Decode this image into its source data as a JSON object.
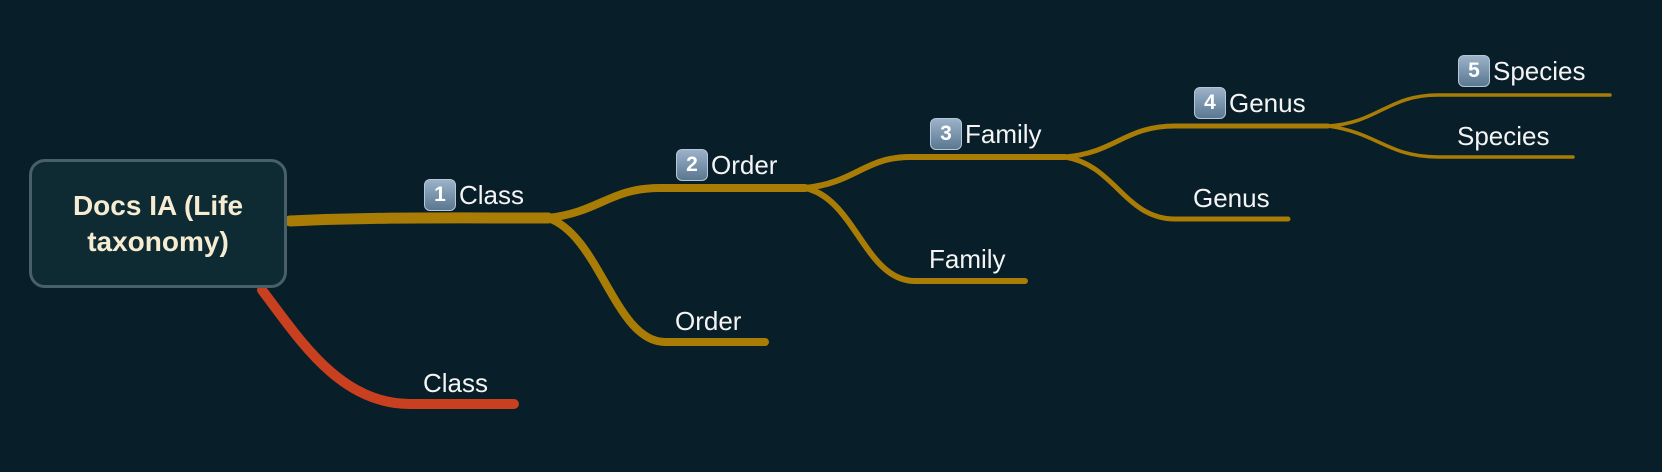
{
  "colors": {
    "background": "#081e28",
    "gold_branch": "#a97c06",
    "red_branch": "#c8401f",
    "root_fill": "#0e2a33",
    "root_border": "#48606a",
    "root_text": "#f6ecd2",
    "node_text": "#f4f4f4"
  },
  "root": {
    "label": "Docs IA (Life taxonomy)"
  },
  "nodes": {
    "class_1": {
      "badge": "1",
      "label": "Class"
    },
    "order_2": {
      "badge": "2",
      "label": "Order"
    },
    "order_plain": {
      "label": "Order"
    },
    "family_3": {
      "badge": "3",
      "label": "Family"
    },
    "family_plain": {
      "label": "Family"
    },
    "genus_4": {
      "badge": "4",
      "label": "Genus"
    },
    "genus_plain": {
      "label": "Genus"
    },
    "species_5": {
      "badge": "5",
      "label": "Species"
    },
    "species_plain": {
      "label": "Species"
    },
    "class_plain": {
      "label": "Class"
    }
  }
}
